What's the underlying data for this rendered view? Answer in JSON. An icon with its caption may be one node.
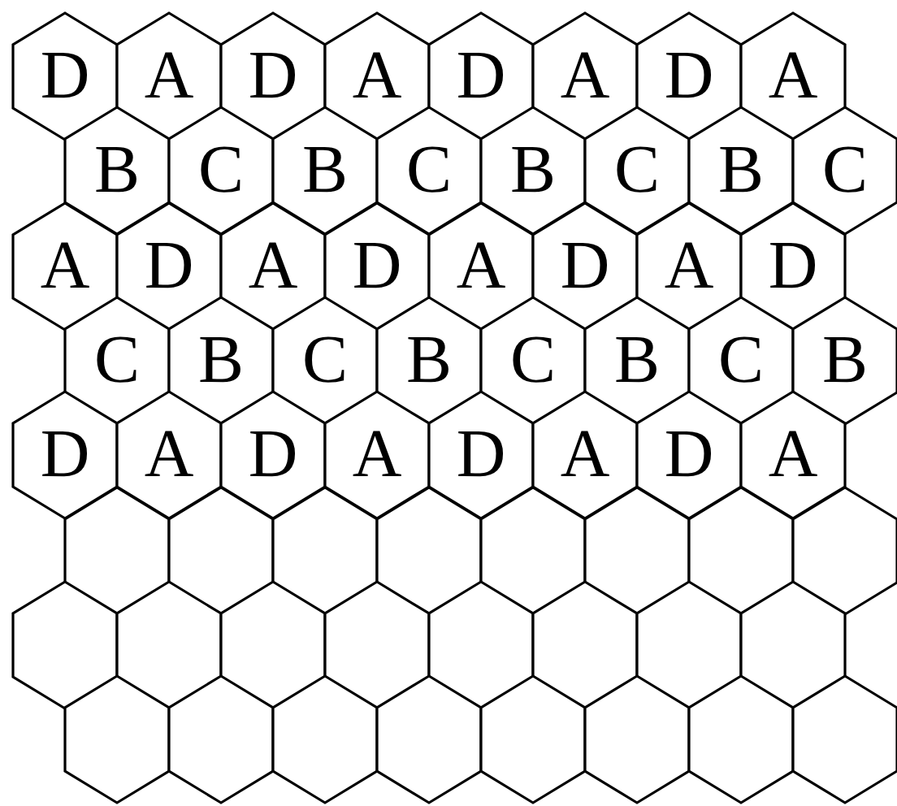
{
  "diagram": {
    "nodes": [
      {
        "text": [
          "D"
        ]
      },
      {
        "text": [
          "A"
        ]
      },
      {
        "text": [
          "D"
        ]
      },
      {
        "text": [
          "A"
        ]
      },
      {
        "text": [
          "D"
        ]
      },
      {
        "text": [
          "A"
        ]
      },
      {
        "text": [
          "D"
        ]
      },
      {
        "text": [
          "A"
        ]
      },
      {
        "text": [
          "B"
        ]
      },
      {
        "text": [
          "C"
        ]
      },
      {
        "text": [
          "B"
        ]
      },
      {
        "text": [
          "C"
        ]
      },
      {
        "text": [
          "B"
        ]
      },
      {
        "text": [
          "C"
        ]
      },
      {
        "text": [
          "B"
        ]
      },
      {
        "text": [
          "C"
        ]
      },
      {
        "text": [
          "A"
        ]
      },
      {
        "text": [
          "D"
        ]
      },
      {
        "text": [
          "A"
        ]
      },
      {
        "text": [
          "D"
        ]
      },
      {
        "text": [
          "A"
        ]
      },
      {
        "text": [
          "D"
        ]
      },
      {
        "text": [
          "A"
        ]
      },
      {
        "text": [
          "D"
        ]
      },
      {
        "text": [
          "C"
        ]
      },
      {
        "text": [
          "B"
        ]
      },
      {
        "text": [
          "C"
        ]
      },
      {
        "text": [
          "B"
        ]
      },
      {
        "text": [
          "C"
        ]
      },
      {
        "text": [
          "B"
        ]
      },
      {
        "text": [
          "C"
        ]
      },
      {
        "text": [
          "B"
        ]
      },
      {
        "text": [
          "D"
        ]
      },
      {
        "text": [
          "A"
        ]
      },
      {
        "text": [
          "D"
        ]
      },
      {
        "text": [
          "A"
        ]
      },
      {
        "text": [
          "D"
        ]
      },
      {
        "text": [
          "A"
        ]
      },
      {
        "text": [
          "D"
        ]
      },
      {
        "text": [
          "A"
        ]
      },
      {
        "text": [],
        "shape": "hexagon"
      },
      {
        "text": [],
        "shape": "hexagon"
      },
      {
        "text": [],
        "shape": "hexagon"
      },
      {
        "text": [],
        "shape": "hexagon"
      },
      {
        "text": [],
        "shape": "hexagon"
      },
      {
        "text": [],
        "shape": "hexagon"
      },
      {
        "text": [],
        "shape": "hexagon"
      },
      {
        "text": [],
        "shape": "hexagon"
      },
      {
        "text": [],
        "shape": "hexagon"
      },
      {
        "text": [],
        "shape": "hexagon"
      },
      {
        "text": [],
        "shape": "hexagon"
      },
      {
        "text": [],
        "shape": "hexagon"
      },
      {
        "text": [],
        "shape": "hexagon"
      },
      {
        "text": [],
        "shape": "hexagon"
      },
      {
        "text": [],
        "shape": "hexagon"
      },
      {
        "text": [],
        "shape": "hexagon"
      },
      {
        "text": [],
        "shape": "hexagon"
      },
      {
        "text": [],
        "shape": "hexagon"
      },
      {
        "text": [],
        "shape": "hexagon"
      },
      {
        "text": [],
        "shape": "hexagon"
      },
      {
        "text": [],
        "shape": "hexagon"
      },
      {
        "text": [],
        "shape": "hexagon"
      },
      {
        "text": [],
        "shape": "hexagon"
      },
      {
        "text": [],
        "shape": "hexagon"
      }
    ]
  }
}
